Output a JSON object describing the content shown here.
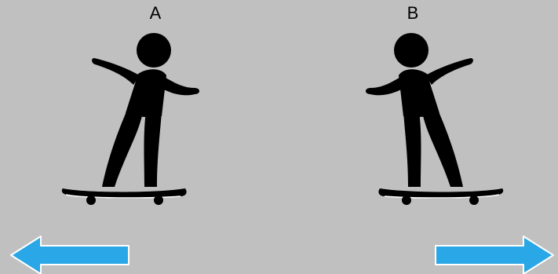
{
  "figures": [
    {
      "label": "A",
      "facing": "left",
      "arrow_direction": "left"
    },
    {
      "label": "B",
      "facing": "right",
      "arrow_direction": "right"
    }
  ],
  "colors": {
    "background": "#c0c0c0",
    "silhouette": "#000000",
    "board_edge": "#ffffff",
    "arrow": "#2aa7e6",
    "arrow_outline": "#ffffff"
  },
  "icons": {
    "figure": "skateboarder-silhouette-icon",
    "arrow_left": "arrow-left-icon",
    "arrow_right": "arrow-right-icon"
  }
}
